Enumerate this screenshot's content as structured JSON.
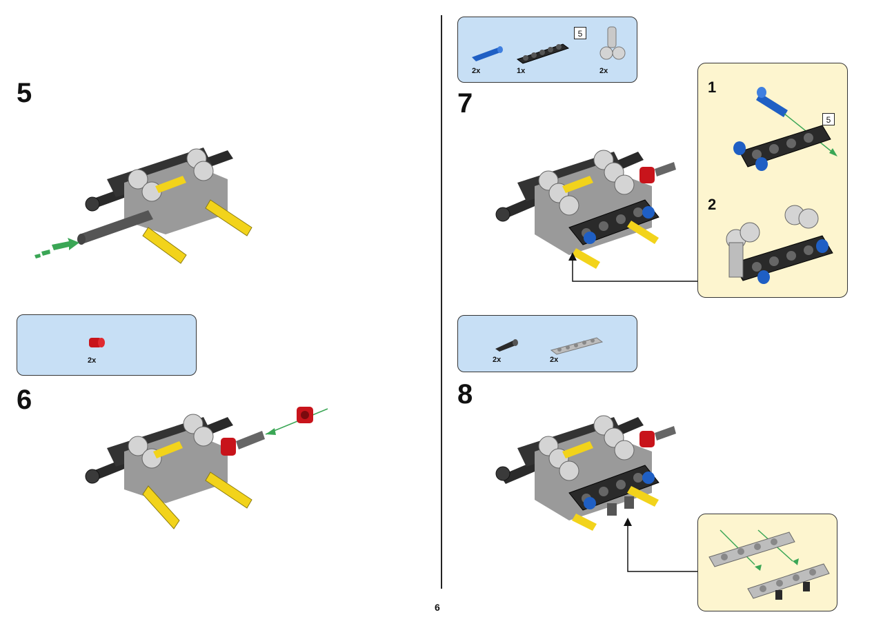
{
  "page": {
    "number": "6"
  },
  "steps": [
    {
      "number": "5"
    },
    {
      "number": "6",
      "parts": [
        {
          "qty": "2x",
          "part": "red-bush"
        }
      ]
    },
    {
      "number": "7",
      "parts": [
        {
          "qty": "2x",
          "part": "blue-pin"
        },
        {
          "qty": "1x",
          "part": "black-beam",
          "length": "5"
        },
        {
          "qty": "2x",
          "part": "gray-connector"
        }
      ],
      "substeps": [
        {
          "number": "1",
          "length": "5"
        },
        {
          "number": "2"
        }
      ]
    },
    {
      "number": "8",
      "parts": [
        {
          "qty": "2x",
          "part": "black-pin"
        },
        {
          "qty": "2x",
          "part": "gray-thin-beam"
        }
      ]
    }
  ],
  "colors": {
    "parts_box": "#c7dff5",
    "sub_box": "#fdf5cf",
    "arrow_green": "#3aa655",
    "lego_yellow": "#f2d31b",
    "lego_red": "#c8141b",
    "lego_blue": "#1f5fc4",
    "lego_black": "#2a2a2a",
    "lego_gray": "#bdbdbd"
  }
}
